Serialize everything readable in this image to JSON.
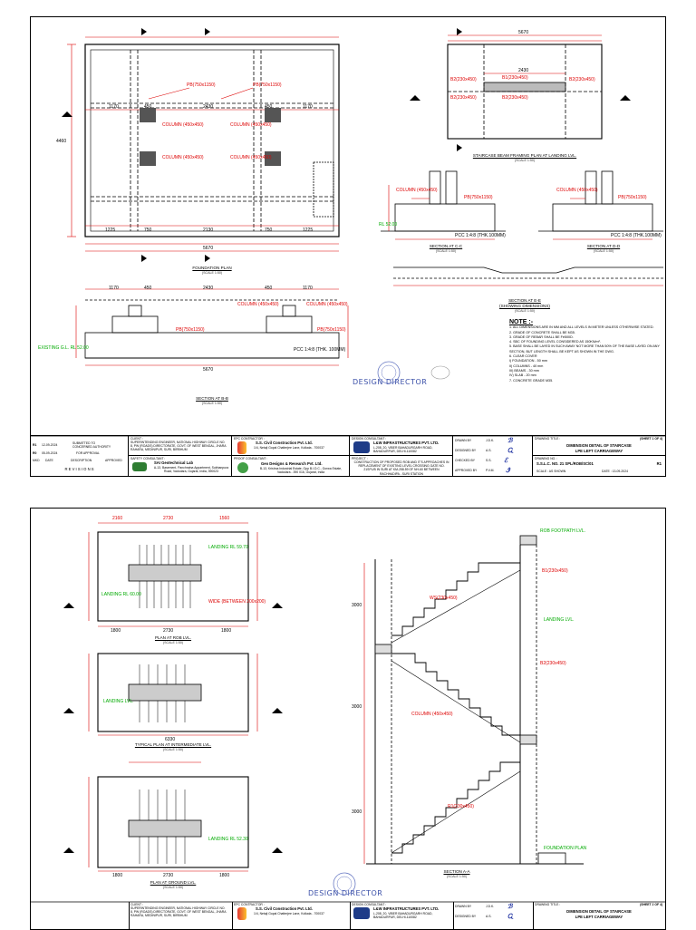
{
  "sheet1": {
    "views": {
      "foundation_plan": {
        "title": "FOUNDATION PLAN",
        "scale": "(SCALE 1:50)",
        "dims_top": [
          "1170",
          "450",
          "2430",
          "450",
          "1170"
        ],
        "dims_bottom": [
          "1225",
          "750",
          "2130",
          "750",
          "1225"
        ],
        "total": "5670",
        "height": "4460",
        "labels": [
          "PB(750x1150)",
          "PB(750x1150)",
          "COLUMN (450x450)",
          "COLUMN (450x450)",
          "COLUMN (450x450)",
          "COLUMN (450x450)"
        ]
      },
      "section_bb": {
        "title": "SECTION AT B-B",
        "scale": "(SCALE 1:50)",
        "labels": [
          "PB(750x1150)",
          "PB(750x1150)",
          "COLUMN (450x450)",
          "COLUMN (450x450)",
          "PCC 1:4:8 (THK. 100MM)"
        ],
        "dims": [
          "1170",
          "450",
          "2430",
          "450",
          "1170",
          "5670"
        ],
        "level": "EXISTING G.L. RL 52.00"
      },
      "framing_plan": {
        "title": "STAIRCASE BEAM FRAMING PLAN AT LANDING LVL.",
        "scale": "(SCALE 1:50)",
        "labels": [
          "B1(230x450)",
          "B2(230x450)",
          "B2(230x450)",
          "B2(230x450)",
          "B2(230x450)"
        ],
        "dims": [
          "5670",
          "2430"
        ]
      },
      "section_cc": {
        "title": "SECTION AT C-C",
        "scale": "(SCALE 1:50)",
        "labels": [
          "COLUMN (450x450)",
          "PB(750x1150)",
          "PCC 1:4:8 (THK.100MM)"
        ],
        "level": "RL 52.00"
      },
      "section_dd": {
        "title": "SECTION AT D-D",
        "scale": "(SCALE 1:50)",
        "labels": [
          "COLUMN (450x450)",
          "PB(750x1150)",
          "PCC 1:4:8 (THK.100MM)"
        ]
      },
      "section_ee": {
        "title": "SECTION AT E-E",
        "subtitle": "(SHOWING DIMENSIONS)",
        "scale": "(SCALE 1:50)"
      }
    },
    "notes": {
      "heading": "NOTE :-",
      "items": [
        "1. ALL DIMENSIONS ARE IN MM AND ALL LEVELS IN METER UNLESS OTHERWISE STATED.",
        "2. GRADE OF CONCRETE SHALL BE M35.",
        "3. GRADE OF REBAR SHALL BE Fe500D.",
        "4. SBC OF FOUNDING LEVEL CONSIDERED AS 150KN/m².",
        "5. BASE SHALL BE LAYED IN SUCH AWAY NOT MORE THAN 50% OF THE BASE LAYED ON ANY SECTION, BUT LENGTH SHALL BE KEPT AS SHOWN IN THE DWG.",
        "6. CLEAR COVER",
        "   I) FOUNDATION - 50 mm",
        "   II) COLUMNS - 40 mm",
        "   III) BEAMS - 30 mm",
        "   IV) SLAB - 20 mm",
        "7. CONCRETE GRADE M35."
      ]
    },
    "stamp": "DESIGN DIRECTOR",
    "title_block": {
      "revisions": [
        {
          "no": "R1",
          "date": "12-09-2024",
          "desc": "SUBMITTED TO CONCERNED AUTHORITY"
        },
        {
          "no": "R0",
          "date": "05-09-2024",
          "desc": "FOR APPROVAL"
        }
      ],
      "rev_headers": [
        "MKD",
        "DATE",
        "DESCRIPTION",
        "APPROVED"
      ],
      "rev_caption": "R E V I S I O N S",
      "client_label": "CLIENT :",
      "client": "SUPERINTENDING ENGINEER, NATIONAL HIGHWAY CIRCLE NO. 8, PW (ROADS) DIRECTORATE, GOVT. OF WEST BENGAL, JHARA RAHARA, MEDINIPUR, SURI, BIRBHUM",
      "safety_label": "SAFETY CONSULTANT :",
      "safety_name": "SAI Geotechnical Lab",
      "safety_addr": "A-13, Basement, Panchratna Appartment, Subhanpura Road, Vadodara, Gujarat, India, 390023",
      "epc_label": "EPC CONTRACTOR :",
      "epc_name": "S.S. Civil Construction Pvt. Ltd.",
      "epc_addr": "1/4, Netaji Gopal Chatterjee Lane, Kolkata - 700037",
      "proof_label": "PROOF CONSULTANT :",
      "proof_name": "Geo Designs & Research Pvt. Ltd.",
      "proof_addr": "B-13, Krishna Industrial Estate, Opp B.I.D.C., Gorwa Estate, Vadodara - 390 016, Gujarat, India",
      "design_label": "DESIGN CONSULTANT :",
      "design_name": "L&W INFRASTRUCTURES PVT. LTD.",
      "design_addr": "L-208, 20, VIBER BAHADURGARH ROAD, BAHADURPUR, DELHI-110082",
      "project_label": "PROJECT :",
      "project": "CONSTRUCTION OF PROPOSED ROB AND IT'S APPROACHES IN REPLACEMENT OF EXISTING LEVEL CROSSING GATE NO. 21SPL/B IN SURI AT KM-258.59 OF NH-60 BETWEEN RACHHADIPA - SURI STATION",
      "roles": [
        {
          "k": "DRAWN BY",
          "v": "J.D.K."
        },
        {
          "k": "DESIGNED BY",
          "v": "A.S."
        },
        {
          "k": "CHECKED BY",
          "v": "S.S."
        },
        {
          "k": "APPROVED BY",
          "v": "P.V.M."
        }
      ],
      "drawing_title_label": "DRAWING TITLE :",
      "sheet": "(SHEET 1 OF 4)",
      "drawing_title": "DIMENSION DETAIL OF STAIRCASE",
      "drawing_subtitle": "LPE LEFT CARRIAGEWAY",
      "drawing_no_label": "DRAWING NO. :",
      "drawing_no": "S.S.L.C. NO. 21 SPL/ROB/SC/01",
      "rev": "R1",
      "scale": "SCALE : AS SHOWN",
      "date": "DATE : 13-09-2024"
    }
  },
  "sheet2": {
    "views": {
      "plan_rob": {
        "title": "PLAN AT ROB LVL.",
        "scale": "(SCALE 1:50)",
        "dims": [
          "2160",
          "2730",
          "1560",
          "1800",
          "2730",
          "1800"
        ],
        "labels": [
          "LANDING RL 60.00",
          "LANDING RL 59.70",
          "WIDE (BETWEEN 200x200)"
        ]
      },
      "plan_intermediate": {
        "title": "TYPICAL PLAN AT INTERMEDIATE LVL.",
        "scale": "(SCALE 1:50)",
        "dims": [
          "6330"
        ],
        "labels": [
          "LANDING LVL."
        ]
      },
      "plan_ground": {
        "title": "PLAN AT GROUND LVL.",
        "scale": "(SCALE 1:50)",
        "dims": [
          "1800",
          "2730",
          "1800"
        ],
        "labels": [
          "LANDING RL 52.30"
        ]
      },
      "section_aa": {
        "title": "SECTION A-A",
        "scale": "(SCALE 1:50)",
        "labels": [
          "ROB FOOTPATH LVL.",
          "B1(230x450)",
          "B2(230x450)",
          "COLUMN (450x450)",
          "WS(230x450)",
          "R1(230x450)",
          "LANDING LVL.",
          "FOUNDATION PLAN"
        ],
        "dims": [
          "3000",
          "3000",
          "3000"
        ]
      }
    },
    "stamp": "DESIGN DIRECTOR",
    "title_block": {
      "client_label": "CLIENT :",
      "client": "SUPERINTENDING ENGINEER, NATIONAL HIGHWAY CIRCLE NO. 8, PW (ROADS) DIRECTORATE, GOVT. OF WEST BENGAL, JHARA RAHARA, MEDINIPUR, SURI, BIRBHUM",
      "epc_label": "EPC CONTRACTOR :",
      "epc_name": "S.S. Civil Construction Pvt. Ltd.",
      "epc_addr": "1/4, Netaji Gopal Chatterjee Lane, Kolkata - 700037",
      "design_label": "DESIGN CONSULTANT :",
      "design_name": "L&W INFRASTRUCTURES PVT. LTD.",
      "design_addr": "L-208, 20, VIBER BAHADURGARH ROAD, BAHADURPUR, DELHI-110082",
      "roles": [
        {
          "k": "DRAWN BY",
          "v": "J.D.K."
        },
        {
          "k": "DESIGNED BY",
          "v": "A.S."
        }
      ],
      "drawing_title_label": "DRAWING TITLE :",
      "sheet": "(SHEET 2 OF 4)",
      "drawing_title": "DIMENSION DETAIL OF STAIRCASE",
      "drawing_subtitle": "LPE LEFT CARRIAGEWAY"
    }
  }
}
